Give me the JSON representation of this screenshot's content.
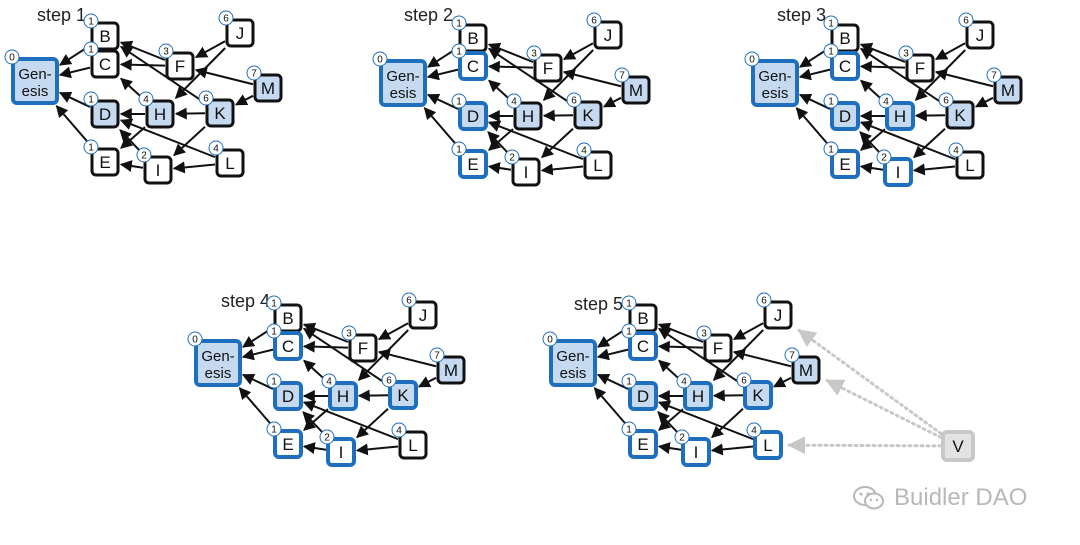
{
  "steps": [
    {
      "title": "step 1",
      "highlighted": [],
      "verifier": false
    },
    {
      "title": "step 2",
      "highlighted": [
        "C",
        "D",
        "E"
      ],
      "verifier": false
    },
    {
      "title": "step 3",
      "highlighted": [
        "C",
        "D",
        "E",
        "H",
        "I"
      ],
      "verifier": false
    },
    {
      "title": "step 4",
      "highlighted": [
        "C",
        "D",
        "E",
        "H",
        "I",
        "K"
      ],
      "verifier": false
    },
    {
      "title": "step 5",
      "highlighted": [
        "C",
        "D",
        "E",
        "H",
        "I",
        "K",
        "L"
      ],
      "verifier": true
    }
  ],
  "nodes": [
    {
      "id": "G",
      "label": "Gen-|esis",
      "weight": "0",
      "fill": "light",
      "genesis": true
    },
    {
      "id": "B",
      "label": "B",
      "weight": "1",
      "fill": "white"
    },
    {
      "id": "C",
      "label": "C",
      "weight": "1",
      "fill": "white"
    },
    {
      "id": "D",
      "label": "D",
      "weight": "1",
      "fill": "light"
    },
    {
      "id": "E",
      "label": "E",
      "weight": "1",
      "fill": "white"
    },
    {
      "id": "F",
      "label": "F",
      "weight": "3",
      "fill": "white"
    },
    {
      "id": "H",
      "label": "H",
      "weight": "4",
      "fill": "light"
    },
    {
      "id": "I",
      "label": "I",
      "weight": "2",
      "fill": "white"
    },
    {
      "id": "J",
      "label": "J",
      "weight": "6",
      "fill": "white"
    },
    {
      "id": "K",
      "label": "K",
      "weight": "6",
      "fill": "light"
    },
    {
      "id": "L",
      "label": "L",
      "weight": "4",
      "fill": "white"
    },
    {
      "id": "M",
      "label": "M",
      "weight": "7",
      "fill": "light"
    }
  ],
  "edges": [
    [
      "B",
      "G"
    ],
    [
      "C",
      "G"
    ],
    [
      "D",
      "G"
    ],
    [
      "E",
      "G"
    ],
    [
      "F",
      "B"
    ],
    [
      "F",
      "C"
    ],
    [
      "H",
      "C"
    ],
    [
      "H",
      "E"
    ],
    [
      "H",
      "D"
    ],
    [
      "I",
      "E"
    ],
    [
      "I",
      "D"
    ],
    [
      "J",
      "F"
    ],
    [
      "J",
      "H"
    ],
    [
      "K",
      "H"
    ],
    [
      "K",
      "B"
    ],
    [
      "K",
      "I"
    ],
    [
      "L",
      "I"
    ],
    [
      "L",
      "D"
    ],
    [
      "M",
      "F"
    ],
    [
      "M",
      "K"
    ]
  ],
  "verifier": {
    "label": "V",
    "targets": [
      "J",
      "M",
      "L"
    ]
  },
  "watermark": {
    "text": "Buidler DAO",
    "icon": "wechat-icon"
  },
  "colors": {
    "accent": "#1f6fbf",
    "light_fill": "#c5d9f1",
    "verifier": "#c8c8c8",
    "edge": "#111111"
  }
}
